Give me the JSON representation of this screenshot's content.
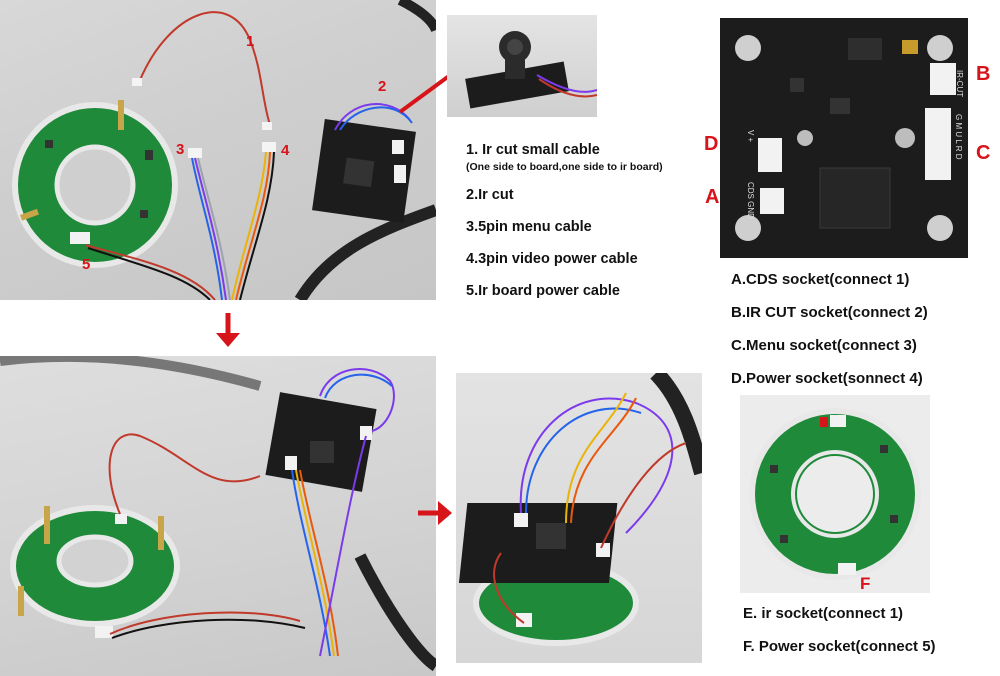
{
  "step_labels": {
    "n1": "1",
    "n2": "2",
    "n3": "3",
    "n4": "4",
    "n5": "5"
  },
  "board_labels": {
    "A": "A",
    "B": "B",
    "C": "C",
    "D": "D",
    "F": "F",
    "ircut": "IR-CUT",
    "gmlrd": "G M U L R D",
    "vplus": "V +",
    "cds": "CDS  GND"
  },
  "legend_left": {
    "item1": "1. Ir cut small cable",
    "item1_note": "(One side to board,one side to ir board)",
    "item2": "2.Ir cut",
    "item3": "3.5pin menu cable",
    "item4": "4.3pin video power cable",
    "item5": "5.Ir board power cable"
  },
  "legend_right": {
    "A": "A.CDS socket(connect 1)",
    "B": "B.IR CUT socket(connect 2)",
    "C": "C.Menu socket(connect 3)",
    "D": "D.Power socket(sonnect 4)",
    "E": "E. ir socket(connect 1)",
    "F": "F. Power socket(connect 5)"
  },
  "colors": {
    "accent_red": "#d7141a",
    "pcb_green": "#1f8a3a",
    "board_black": "#1c1c1c"
  }
}
